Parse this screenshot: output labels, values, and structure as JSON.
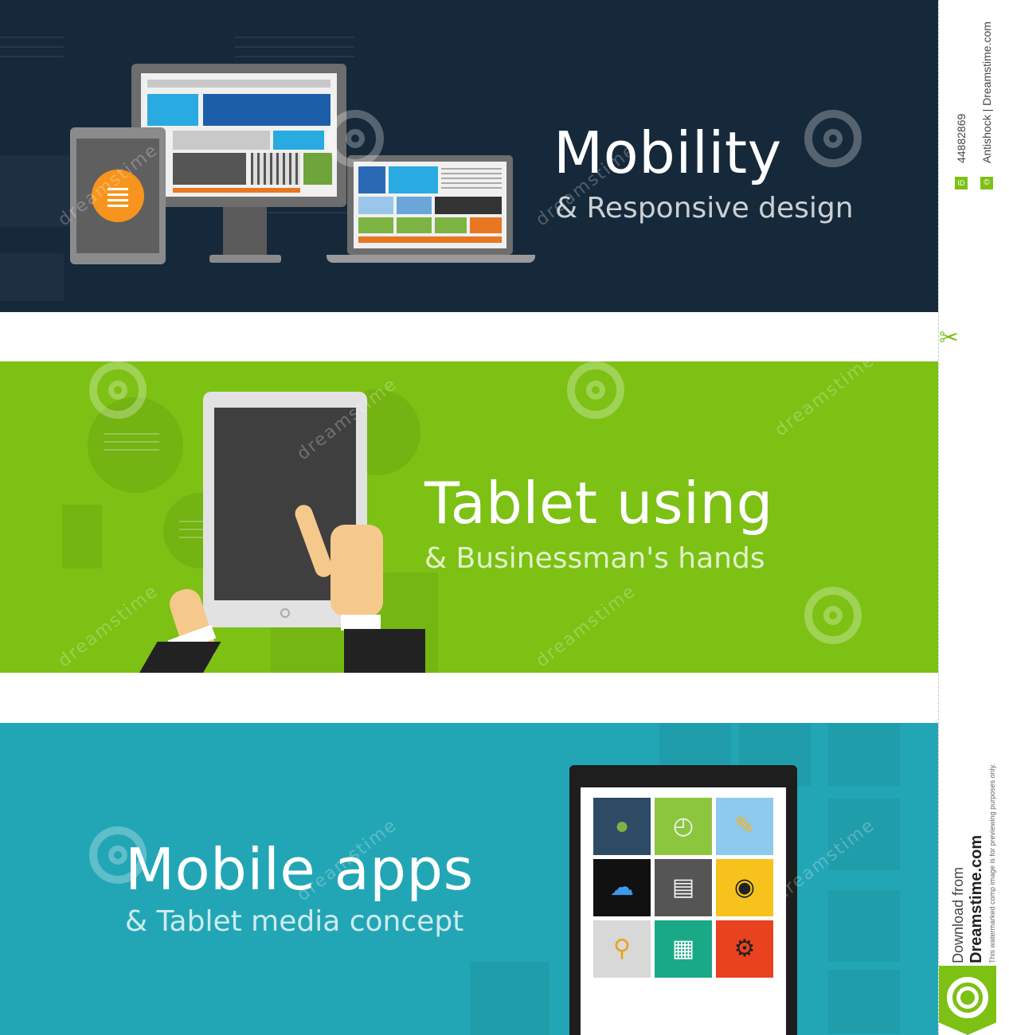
{
  "banners": [
    {
      "title": "Mobility",
      "subtitle": "& Responsive design",
      "color": "#16293b"
    },
    {
      "title": "Tablet using",
      "subtitle": "& Businessman's hands",
      "color": "#7cc114"
    },
    {
      "title": "Mobile apps",
      "subtitle": "& Tablet media concept",
      "color": "#22a6b5"
    }
  ],
  "watermark": {
    "text": "dreamstime"
  },
  "sidebar": {
    "image_id": "44882869",
    "credit": "Antishock | Dreamstime.com",
    "download_label": "Download from",
    "site": "Dreamstime.com",
    "notice": "This watermarked comp image is for previewing purposes only.",
    "id_badge": "ID",
    "copyright_badge": "©"
  },
  "app_icons": [
    "globe-icon",
    "clock-icon",
    "pencil-icon",
    "cloud-icon",
    "book-icon",
    "camera-icon",
    "magnifier-icon",
    "notebook-icon",
    "gears-icon"
  ],
  "accent_colors": {
    "orange": "#f7941d",
    "blue": "#2a7fd4",
    "green": "#7cb342"
  }
}
